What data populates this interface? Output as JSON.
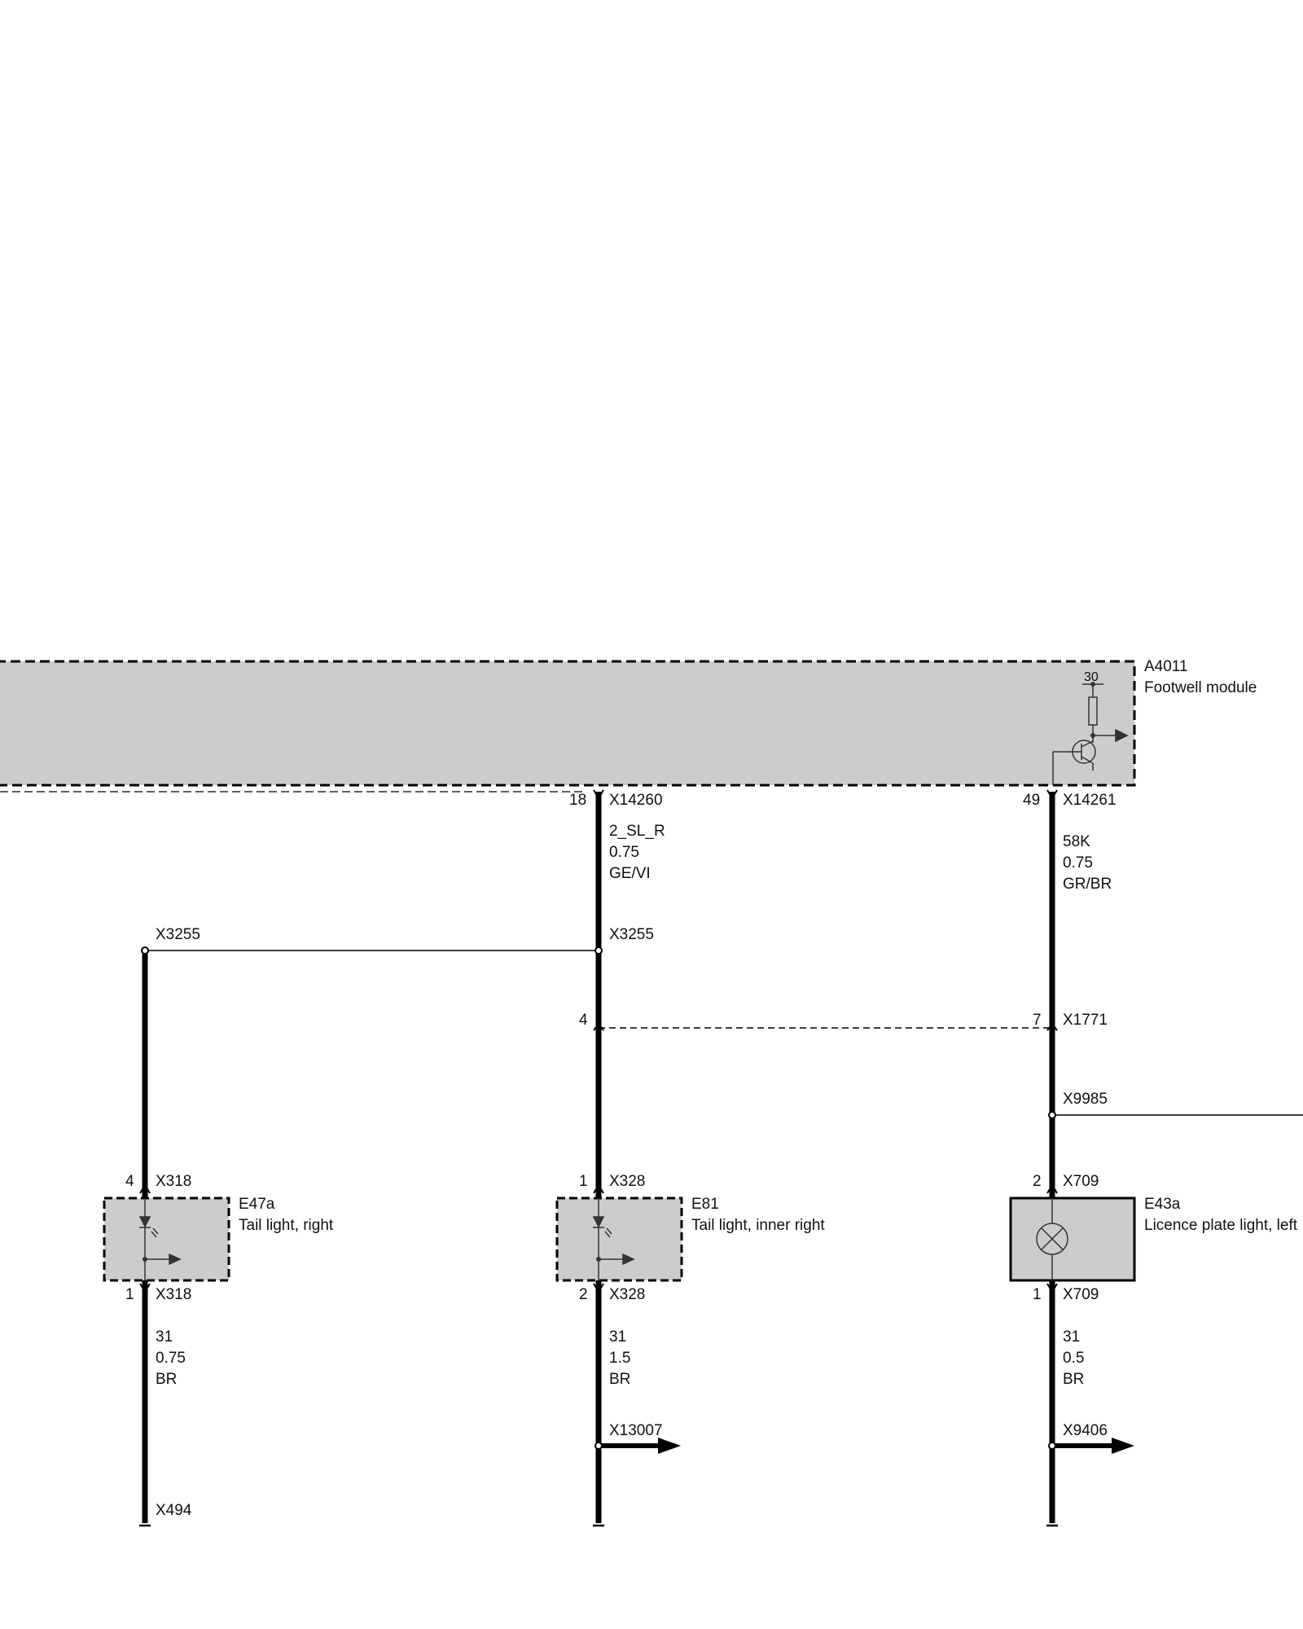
{
  "colors": {
    "module_fill": "#cccccc",
    "wire": "#000000",
    "background": "#ffffff"
  },
  "module": {
    "id": "A4011",
    "name": "Footwell module",
    "supply": "30"
  },
  "connections": {
    "c1": {
      "pin": "18",
      "connector": "X14260"
    },
    "c2": {
      "pin": "49",
      "connector": "X14261"
    },
    "w1": {
      "signal": "2_SL_R",
      "size": "0.75",
      "color": "GE/VI"
    },
    "w2": {
      "signal": "58K",
      "size": "0.75",
      "color": "GR/BR"
    },
    "splice_left": "X3255",
    "splice_mid": "X3255",
    "c3": {
      "pin_left": "4",
      "pin_right": "7",
      "connector": "X1771"
    },
    "splice_right": "X9985"
  },
  "components": {
    "e47a": {
      "id": "E47a",
      "name": "Tail light, right",
      "top_pin": "4",
      "top_connector": "X318",
      "bottom_pin": "1",
      "bottom_connector": "X318",
      "wire": {
        "signal": "31",
        "size": "0.75",
        "color": "BR"
      },
      "ground": "X494"
    },
    "e81": {
      "id": "E81",
      "name": "Tail light, inner right",
      "top_pin": "1",
      "top_connector": "X328",
      "bottom_pin": "2",
      "bottom_connector": "X328",
      "wire": {
        "signal": "31",
        "size": "1.5",
        "color": "BR"
      },
      "ref": "X13007"
    },
    "e43a": {
      "id": "E43a",
      "name": "Licence plate light, left",
      "top_pin": "2",
      "top_connector": "X709",
      "bottom_pin": "1",
      "bottom_connector": "X709",
      "wire": {
        "signal": "31",
        "size": "0.5",
        "color": "BR"
      },
      "ref": "X9406"
    }
  }
}
